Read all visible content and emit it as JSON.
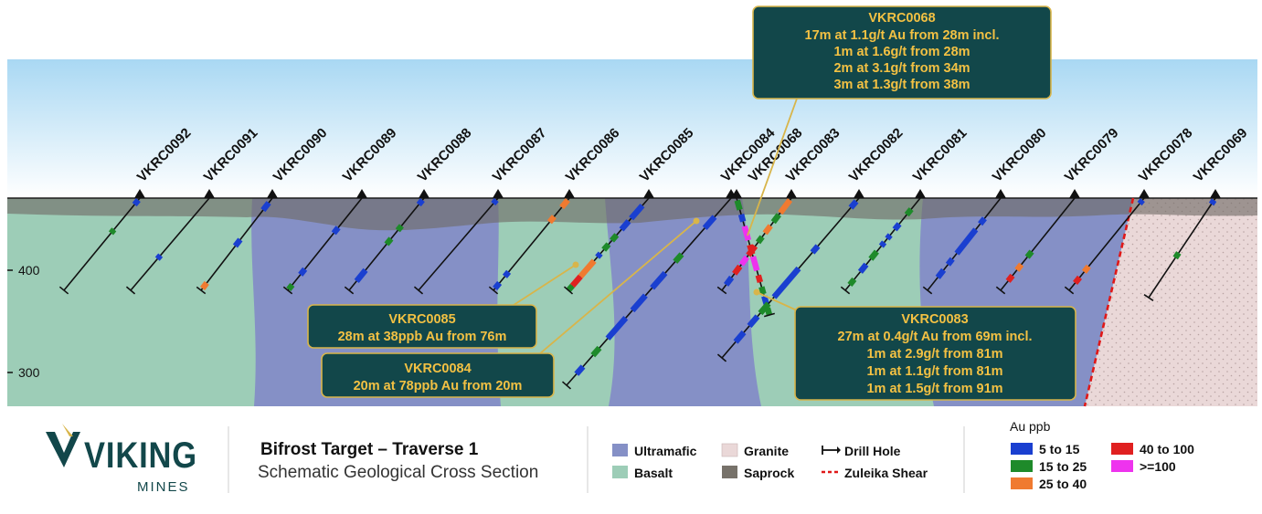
{
  "diagram": {
    "axis": {
      "labels": [
        "400",
        "300"
      ]
    },
    "holes": [
      "VKRC0092",
      "VKRC0091",
      "VKRC0090",
      "VKRC0089",
      "VKRC0088",
      "VKRC0087",
      "VKRC0086",
      "VKRC0085",
      "VKRC0084",
      "VKRC0068",
      "VKRC0083",
      "VKRC0082",
      "VKRC0081",
      "VKRC0080",
      "VKRC0079",
      "VKRC0078",
      "VKRC0069"
    ],
    "callouts": {
      "vkrc0068": {
        "title": "VKRC0068",
        "lines": [
          "17m at 1.1g/t Au from 28m incl.",
          "1m at 1.6g/t from 28m",
          "2m at 3.1g/t from 34m",
          "3m at 1.3g/t from 38m"
        ]
      },
      "vkrc0085": {
        "title": "VKRC0085",
        "lines": [
          "28m at 38ppb Au from 76m"
        ]
      },
      "vkrc0084": {
        "title": "VKRC0084",
        "lines": [
          "20m at 78ppb Au from 20m"
        ]
      },
      "vkrc0083": {
        "title": "VKRC0083",
        "lines": [
          "27m at 0.4g/t Au from 69m incl.",
          "1m at 2.9g/t from 81m",
          "1m at 1.1g/t from 81m",
          "1m at 1.5g/t from 91m"
        ]
      }
    }
  },
  "footer": {
    "logo": {
      "word": "VIKING",
      "sub": "MINES"
    },
    "title": "Bifrost Target – Traverse 1",
    "subtitle": "Schematic Geological Cross Section",
    "legend_geology": [
      {
        "label": "Ultramafic",
        "color": "#8590c6"
      },
      {
        "label": "Basalt",
        "color": "#9dcdb7"
      },
      {
        "label": "Granite",
        "color": "#ead8d8"
      },
      {
        "label": "Saprock",
        "color": "#77726a"
      }
    ],
    "legend_symbols": [
      {
        "label": "Drill Hole",
        "icon": "drill-hole-icon"
      },
      {
        "label": "Zuleika Shear",
        "icon": "shear-line-icon"
      }
    ],
    "legend_au": {
      "title": "Au ppb",
      "items": [
        {
          "label": "5 to 15",
          "color": "#1a3fd0"
        },
        {
          "label": "40 to 100",
          "color": "#e02020"
        },
        {
          "label": "15 to 25",
          "color": "#1e8a2a"
        },
        {
          "label": ">=100",
          "color": "#ee33ee"
        },
        {
          "label": "25 to 40",
          "color": "#f07a30"
        }
      ]
    }
  }
}
